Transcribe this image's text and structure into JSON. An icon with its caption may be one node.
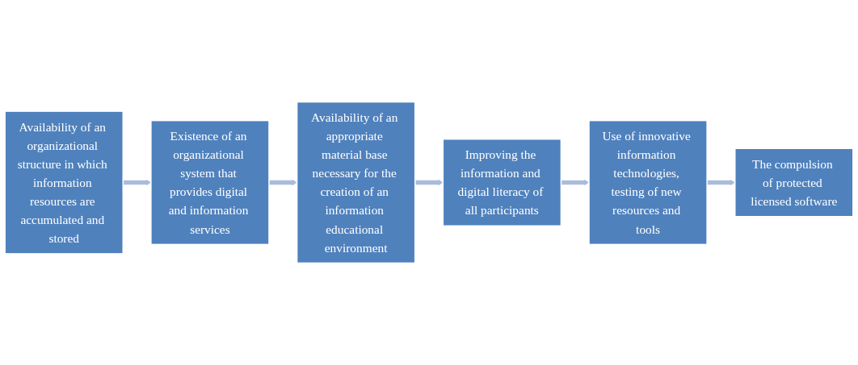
{
  "diagram": {
    "nodes": [
      {
        "text": [
          "Availability of an organizational structure in which information resources are accumulated and stored"
        ]
      },
      {
        "text": [
          "Existence of an organizational system that provides digital and information services"
        ]
      },
      {
        "text": [
          "Availability of an appropriate material base necessary for the creation of an information educational environment"
        ]
      },
      {
        "text": [
          "Improving the information and digital literacy of all participants"
        ]
      },
      {
        "text": [
          "Use of innovative information technologies, testing of new resources and tools"
        ]
      },
      {
        "text": [
          "The compulsion of protected licensed software"
        ]
      }
    ],
    "edges": [
      {
        "from": 0,
        "to": 1,
        "arrow": "to"
      },
      {
        "from": 1,
        "to": 2,
        "arrow": "to"
      },
      {
        "from": 2,
        "to": 3,
        "arrow": "to"
      },
      {
        "from": 3,
        "to": 4,
        "arrow": "to"
      },
      {
        "from": 4,
        "to": 5,
        "arrow": "to"
      }
    ]
  }
}
